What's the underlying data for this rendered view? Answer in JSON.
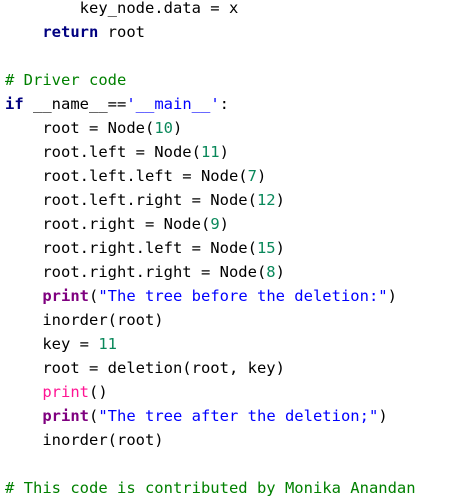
{
  "lines": [
    {
      "indent": "        ",
      "tokens": [
        {
          "t": "plain",
          "v": "key_node.data = x"
        }
      ]
    },
    {
      "indent": "    ",
      "tokens": [
        {
          "t": "kw",
          "v": "return"
        },
        {
          "t": "plain",
          "v": " root"
        }
      ]
    },
    {
      "indent": "",
      "tokens": []
    },
    {
      "indent": "",
      "tokens": [
        {
          "t": "cmt",
          "v": "# Driver code"
        }
      ]
    },
    {
      "indent": "",
      "tokens": [
        {
          "t": "kw",
          "v": "if"
        },
        {
          "t": "plain",
          "v": " __name__=="
        },
        {
          "t": "str",
          "v": "'__main__'"
        },
        {
          "t": "plain",
          "v": ":"
        }
      ]
    },
    {
      "indent": "    ",
      "tokens": [
        {
          "t": "plain",
          "v": "root = Node("
        },
        {
          "t": "num",
          "v": "10"
        },
        {
          "t": "plain",
          "v": ")"
        }
      ]
    },
    {
      "indent": "    ",
      "tokens": [
        {
          "t": "plain",
          "v": "root.left = Node("
        },
        {
          "t": "num",
          "v": "11"
        },
        {
          "t": "plain",
          "v": ")"
        }
      ]
    },
    {
      "indent": "    ",
      "tokens": [
        {
          "t": "plain",
          "v": "root.left.left = Node("
        },
        {
          "t": "num",
          "v": "7"
        },
        {
          "t": "plain",
          "v": ")"
        }
      ]
    },
    {
      "indent": "    ",
      "tokens": [
        {
          "t": "plain",
          "v": "root.left.right = Node("
        },
        {
          "t": "num",
          "v": "12"
        },
        {
          "t": "plain",
          "v": ")"
        }
      ]
    },
    {
      "indent": "    ",
      "tokens": [
        {
          "t": "plain",
          "v": "root.right = Node("
        },
        {
          "t": "num",
          "v": "9"
        },
        {
          "t": "plain",
          "v": ")"
        }
      ]
    },
    {
      "indent": "    ",
      "tokens": [
        {
          "t": "plain",
          "v": "root.right.left = Node("
        },
        {
          "t": "num",
          "v": "15"
        },
        {
          "t": "plain",
          "v": ")"
        }
      ]
    },
    {
      "indent": "    ",
      "tokens": [
        {
          "t": "plain",
          "v": "root.right.right = Node("
        },
        {
          "t": "num",
          "v": "8"
        },
        {
          "t": "plain",
          "v": ")"
        }
      ]
    },
    {
      "indent": "    ",
      "tokens": [
        {
          "t": "pr",
          "v": "print"
        },
        {
          "t": "plain",
          "v": "("
        },
        {
          "t": "str",
          "v": "\"The tree before the deletion:\""
        },
        {
          "t": "plain",
          "v": ")"
        }
      ]
    },
    {
      "indent": "    ",
      "tokens": [
        {
          "t": "plain",
          "v": "inorder(root)"
        }
      ]
    },
    {
      "indent": "    ",
      "tokens": [
        {
          "t": "plain",
          "v": "key = "
        },
        {
          "t": "num",
          "v": "11"
        }
      ]
    },
    {
      "indent": "    ",
      "tokens": [
        {
          "t": "plain",
          "v": "root = deletion(root, key)"
        }
      ]
    },
    {
      "indent": "    ",
      "tokens": [
        {
          "t": "fn",
          "v": "print"
        },
        {
          "t": "plain",
          "v": "()"
        }
      ]
    },
    {
      "indent": "    ",
      "tokens": [
        {
          "t": "pr",
          "v": "print"
        },
        {
          "t": "plain",
          "v": "("
        },
        {
          "t": "str",
          "v": "\"The tree after the deletion;\""
        },
        {
          "t": "plain",
          "v": ")"
        }
      ]
    },
    {
      "indent": "    ",
      "tokens": [
        {
          "t": "plain",
          "v": "inorder(root)"
        }
      ]
    },
    {
      "indent": "",
      "tokens": []
    },
    {
      "indent": "",
      "tokens": [
        {
          "t": "cmt",
          "v": "# This code is contributed by Monika Anandan"
        }
      ]
    }
  ],
  "colors": {
    "keyword": "#000080",
    "number": "#09885a",
    "string": "#0000ff",
    "comment": "#008000",
    "builtin_print": "#ff1493",
    "print_keyword": "#7f007f"
  }
}
